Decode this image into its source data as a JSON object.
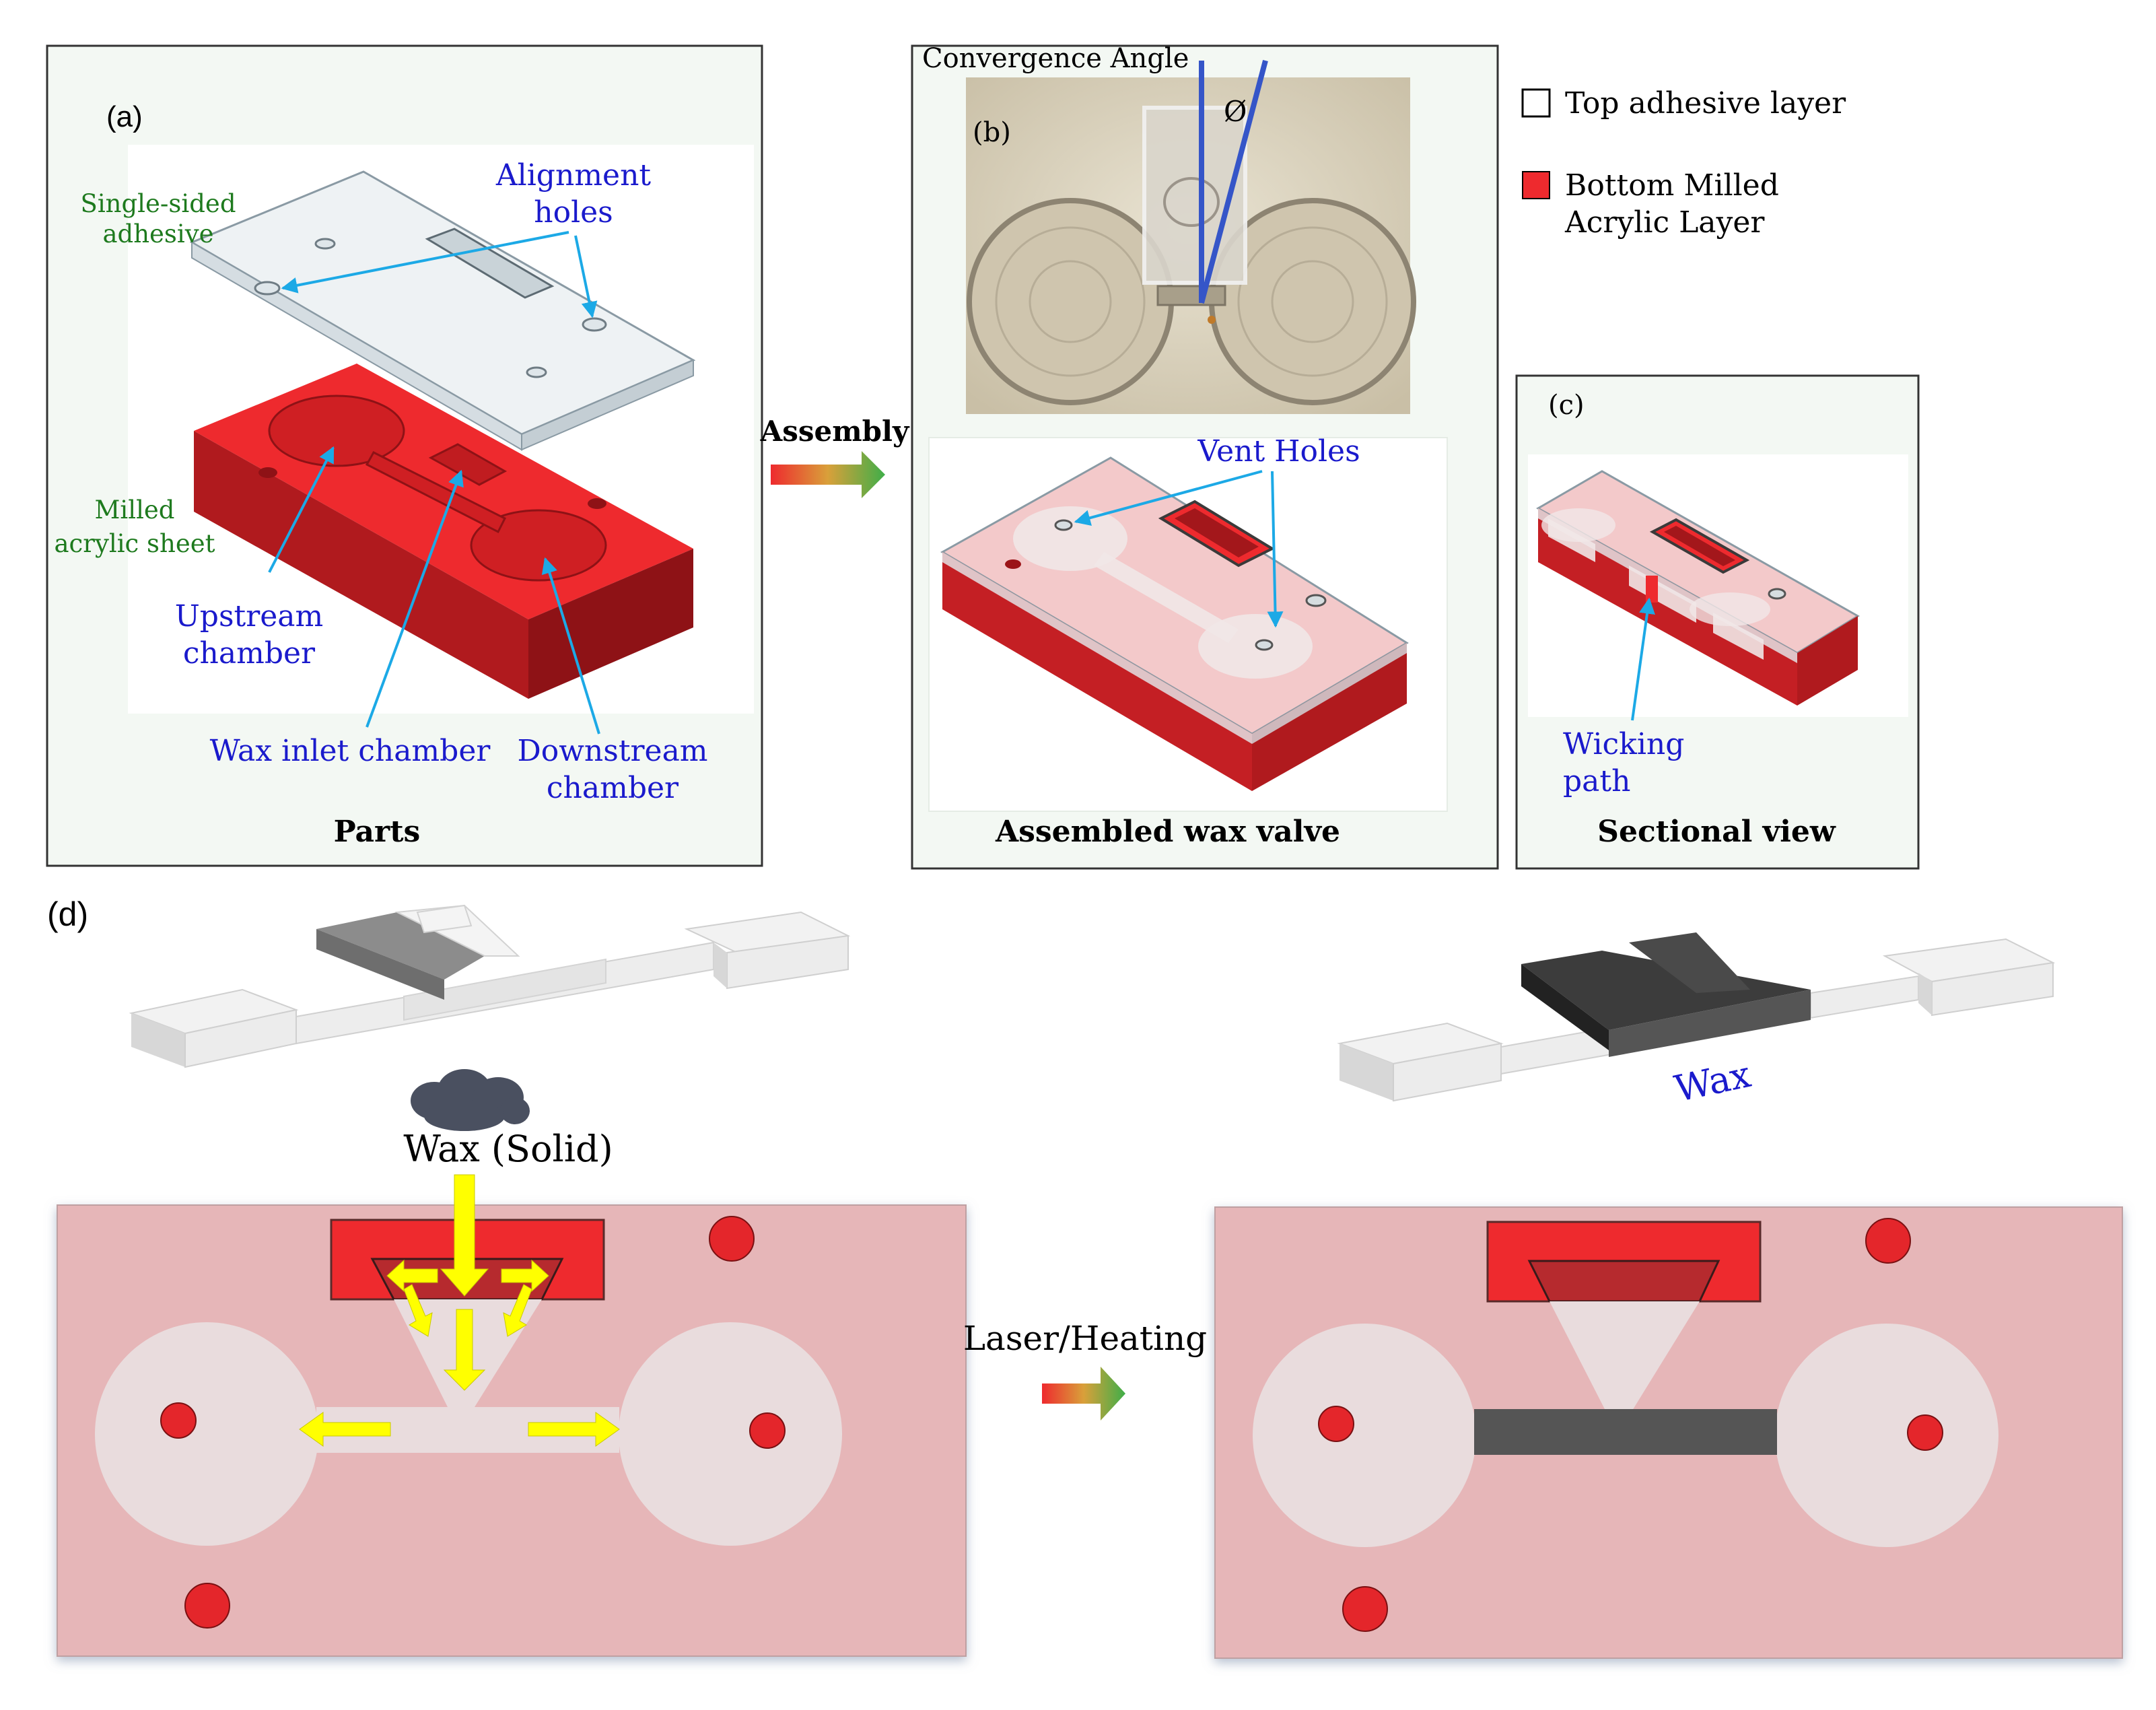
{
  "panel_a": {
    "label": "(a)",
    "adhesive_label_1": "Single-sided",
    "adhesive_label_2": "adhesive",
    "alignment_label_1": "Alignment",
    "alignment_label_2": "holes",
    "milled_label_1": "Milled",
    "milled_label_2": "acrylic sheet",
    "upstream_label_1": "Upstream",
    "upstream_label_2": "chamber",
    "wax_inlet_label": "Wax inlet chamber",
    "downstream_label_1": "Downstream",
    "downstream_label_2": "chamber",
    "caption": "Parts"
  },
  "assembly_arrow_label": "Assembly",
  "panel_b": {
    "label": "(b)",
    "convergence_label": "Convergence Angle",
    "angle_symbol": "Ø",
    "vent_label": "Vent Holes",
    "caption": "Assembled wax valve"
  },
  "legend": {
    "items": [
      {
        "label": "Top adhesive layer",
        "color": "#ffffff"
      },
      {
        "label_1": "Bottom Milled",
        "label_2": "Acrylic Layer",
        "color": "#ee2a2e"
      }
    ]
  },
  "panel_c": {
    "label": "(c)",
    "wicking_label_1": "Wicking",
    "wicking_label_2": "path",
    "caption": "Sectional view"
  },
  "panel_d": {
    "label": "(d)",
    "wax_solid_label": "Wax (Solid)",
    "wax_label": "Wax",
    "heating_label": "Laser/Heating"
  },
  "colors": {
    "acrylic_red": "#ee2a2e",
    "acrylic_dark": "#b01a1e",
    "annotation_blue": "#1a1acc",
    "label_green": "#1e7a1e",
    "arrow_cyan": "#1ca9e6",
    "flow_yellow": "#ffff00",
    "wax_gray": "#555555",
    "chip_pink": "#e6b6b8",
    "chamber_light": "#e9dcdd"
  }
}
